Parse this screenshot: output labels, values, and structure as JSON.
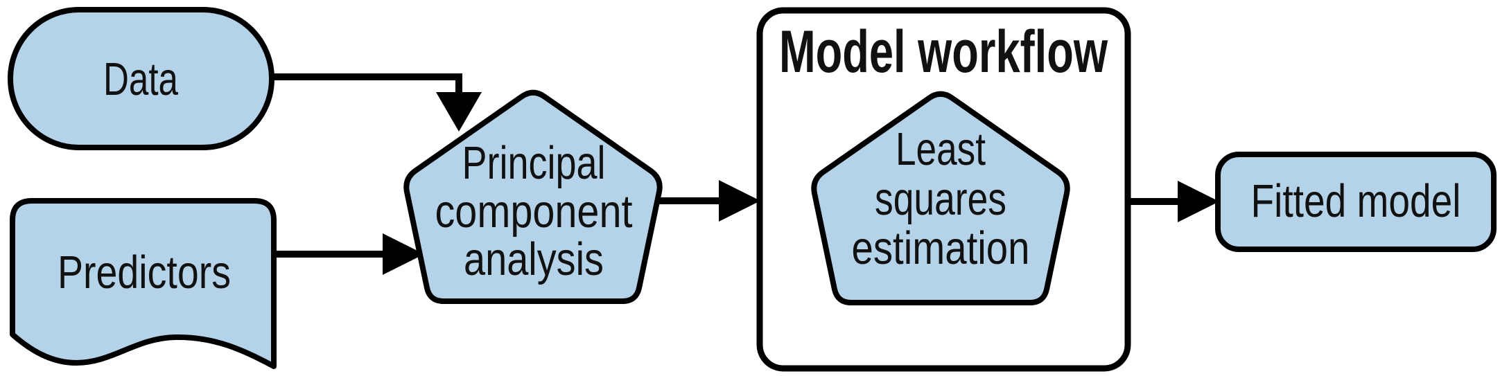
{
  "diagram": {
    "type": "flowchart",
    "colors": {
      "node_fill": "#b4d2e8",
      "node_stroke": "#000000",
      "container_fill": "#ffffff",
      "arrow": "#000000",
      "text": "#111111"
    },
    "nodes": {
      "data": {
        "label": "Data",
        "shape": "stadium"
      },
      "predictors": {
        "label": "Predictors",
        "shape": "document"
      },
      "pca": {
        "shape": "pentagon",
        "lines": [
          "Principal",
          "component",
          "analysis"
        ]
      },
      "workflow": {
        "label": "Model workflow",
        "shape": "container"
      },
      "lse": {
        "shape": "pentagon",
        "lines": [
          "Least",
          "squares",
          "estimation"
        ]
      },
      "fitted": {
        "label": "Fitted model",
        "shape": "rounded-rect"
      }
    },
    "edges": [
      {
        "from": "Data",
        "to": "Principal component analysis"
      },
      {
        "from": "Predictors",
        "to": "Principal component analysis"
      },
      {
        "from": "Principal component analysis",
        "to": "Model workflow"
      },
      {
        "from": "Model workflow",
        "to": "Fitted model"
      }
    ]
  }
}
